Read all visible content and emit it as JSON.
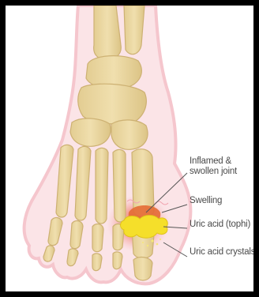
{
  "diagram": {
    "labels": {
      "inflamed_line1": "Inflamed &",
      "inflamed_line2": "swollen joint",
      "swelling": "Swelling",
      "tophi": "Uric acid (tophi)",
      "crystals": "Uric acid crystals"
    },
    "colors": {
      "frame": "#000000",
      "skin_glow": "#f6c9cf",
      "bone": "#ecd9a4",
      "bone_shadow": "#d7bf83",
      "inflammation": "#e9573f",
      "tophi": "#f5df2a",
      "leader_line": "#555555"
    }
  }
}
